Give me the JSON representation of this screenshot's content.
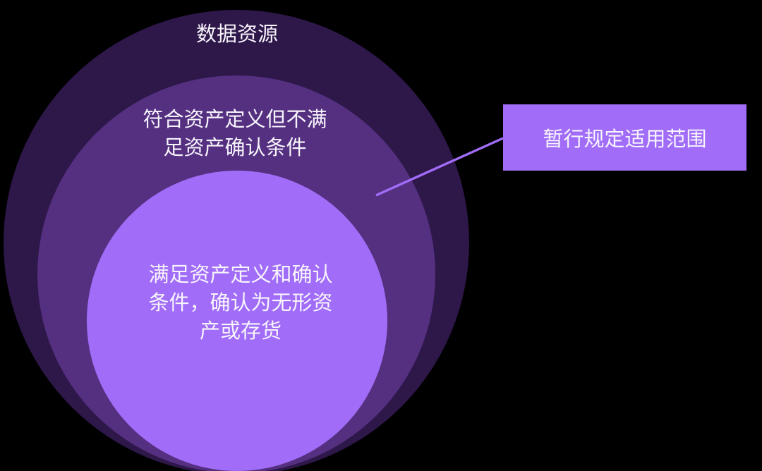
{
  "diagram": {
    "type": "nested-circles",
    "background": "#000000",
    "text_color": "#F7F4FC",
    "circles": [
      {
        "id": "outer",
        "color": "#2E1749",
        "lines": [
          "数据资源"
        ],
        "full_label": "数据资源"
      },
      {
        "id": "middle",
        "color": "#553081",
        "lines": [
          "符合资产定义但不满",
          "足资产确认条件"
        ],
        "full_label": "符合资产定义但不满足资产确认条件"
      },
      {
        "id": "inner",
        "color": "#A16DF8",
        "lines": [
          "满足资产定义和确认",
          "条件，确认为无形资",
          "产或存货"
        ],
        "full_label": "满足资产定义和确认条件，确认为无形资产或存货"
      }
    ],
    "callout": {
      "label": "暂行规定适用范围",
      "fill": "#A16DF8",
      "line_color": "#A16DF8"
    }
  }
}
